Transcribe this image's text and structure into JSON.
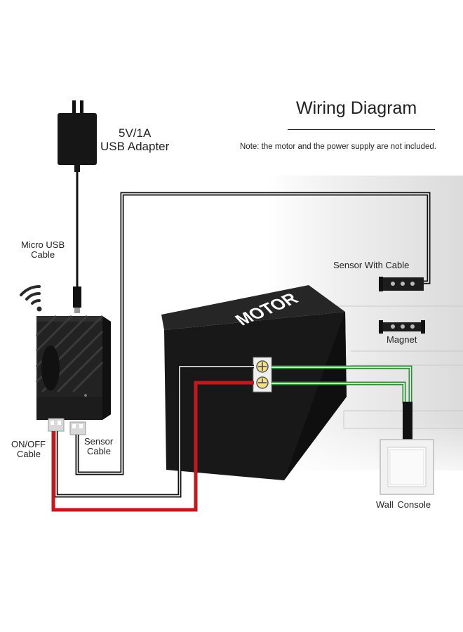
{
  "diagram": {
    "title": "Wiring Diagram",
    "note": "Note: the motor and the power supply are not included."
  },
  "labels": {
    "adapter_line1": "5V/1A",
    "adapter_line2": "USB Adapter",
    "micro_line1": "Micro USB",
    "micro_line2": "Cable",
    "onoff_line1": "ON/OFF",
    "onoff_line2": "Cable",
    "sensor_cable_line1": "Sensor",
    "sensor_cable_line2": "Cable",
    "sensor_with_cable": "Sensor With Cable",
    "magnet": "Magnet",
    "wall_console": "Wall  Console",
    "motor": "MOTOR"
  },
  "colors": {
    "device": "#1e1e1e",
    "red_wire": "#c8161d",
    "green_wire": "#2e8b3a",
    "black_wire": "#111111"
  },
  "icons": [
    "usb-adapter-icon",
    "wifi-icon",
    "controller-device",
    "motor-unit",
    "door-sensor-icon",
    "magnet-icon",
    "wall-switch-icon"
  ]
}
